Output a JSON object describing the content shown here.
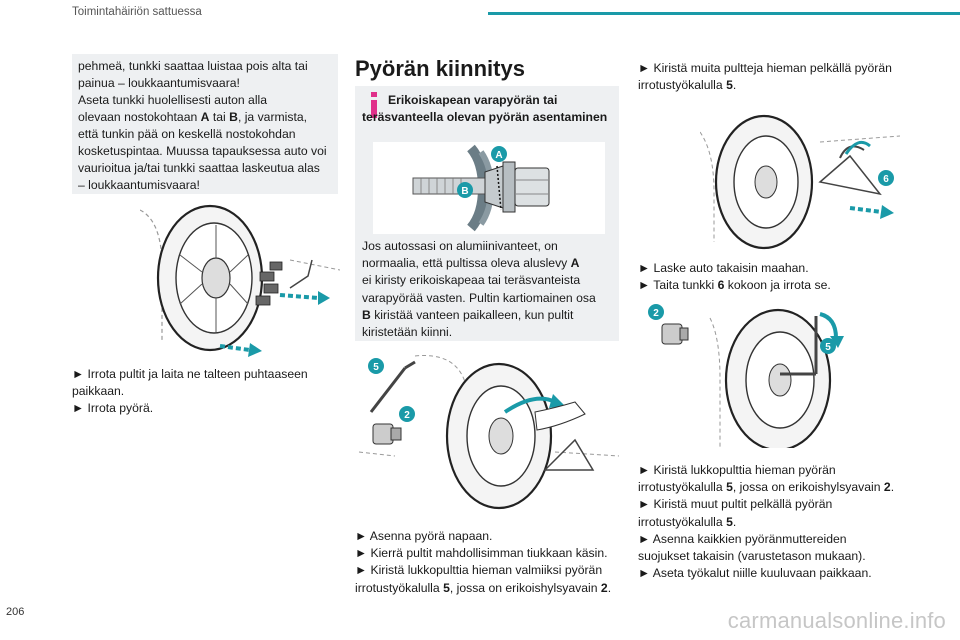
{
  "header": {
    "title": "Toimintahäiriön sattuessa",
    "accent_color": "#1a9aa8"
  },
  "page_number": "206",
  "watermark": "carmanualsonline.info",
  "left_col": {
    "warning": {
      "line1": "pehmeä, tunkki saattaa luistaa pois alta tai",
      "line2": "painua – loukkaantumisvaara!",
      "line3": "Aseta tunkki huolellisesti auton alla",
      "line4_pre": "olevaan nostokohtaan ",
      "line4_a": "A",
      "line4_mid": " tai ",
      "line4_b": "B",
      "line4_post": ", ja varmista,",
      "line5": "että tunkin pää on keskellä nostokohdan",
      "line6": "kosketuspintaa. Muussa tapauksessa auto voi",
      "line7": "vaurioitua ja/tai tunkki saattaa laskeutua alas",
      "line8": "– loukkaantumisvaara!"
    },
    "steps": {
      "s1a": "► Irrota pultit ja laita ne talteen puhtaaseen",
      "s1b": "paikkaan.",
      "s2": "► Irrota pyörä."
    }
  },
  "mid_col": {
    "section_title": "Pyörän kiinnitys",
    "info": {
      "icon": "info-icon",
      "title": "Erikoiskapean varapyörän tai teräsvanteella olevan pyörän asentaminen",
      "label_a": "A",
      "label_b": "B",
      "t1": "Jos autossasi on alumiinivanteet, on",
      "t2_pre": "normaalia, että pultissa oleva aluslevy ",
      "t2_a": "A",
      "t3": "ei kiristy erikoiskapeaa tai teräsvanteista",
      "t4": "varapyörää vasten. Pultin kartiomainen osa",
      "t5_b": "B",
      "t5_post": " kiristää vanteen paikalleen, kun pultit",
      "t6": "kiristetään kiinni."
    },
    "fig_labels": {
      "tool": "5",
      "socket": "2"
    },
    "steps": {
      "s1": "► Asenna pyörä napaan.",
      "s2": "► Kierrä pultit mahdollisimman tiukkaan käsin.",
      "s3": "► Kiristä lukkopulttia hieman valmiiksi pyörän",
      "s4_pre": "irrotustyökalulla ",
      "s4_5": "5",
      "s4_mid": ", jossa on erikoishylsyavain ",
      "s4_2": "2",
      "s4_post": "."
    }
  },
  "right_col": {
    "top": {
      "l1": "► Kiristä muita pultteja hieman pelkällä pyörän",
      "l2_pre": "irrotustyökalulla ",
      "l2_5": "5",
      "l2_post": "."
    },
    "fig1_label": "6",
    "mid": {
      "l1": "► Laske auto takaisin maahan.",
      "l2_pre": "► Taita tunkki ",
      "l2_6": "6",
      "l2_post": " kokoon ja irrota se."
    },
    "fig2_labels": {
      "socket": "2",
      "tool": "5"
    },
    "bottom": {
      "l1": "► Kiristä lukkopulttia hieman pyörän",
      "l2_pre": "irrotustyökalulla ",
      "l2_5": "5",
      "l2_mid": ", jossa on erikoishylsyavain ",
      "l2_2": "2",
      "l2_post": ".",
      "l3": "► Kiristä muut pultit pelkällä pyörän",
      "l4_pre": "irrotustyökalulla ",
      "l4_5": "5",
      "l4_post": ".",
      "l5": "► Asenna kaikkien pyöränmuttereiden",
      "l6": "suojukset takaisin (varustetason mukaan).",
      "l7": "► Aseta työkalut niille kuuluvaan paikkaan."
    }
  },
  "colors": {
    "badge": "#1a9aa8",
    "arrow": "#1a9aa8",
    "box_bg": "#eef0f2",
    "info_icon": "#e0308a"
  }
}
